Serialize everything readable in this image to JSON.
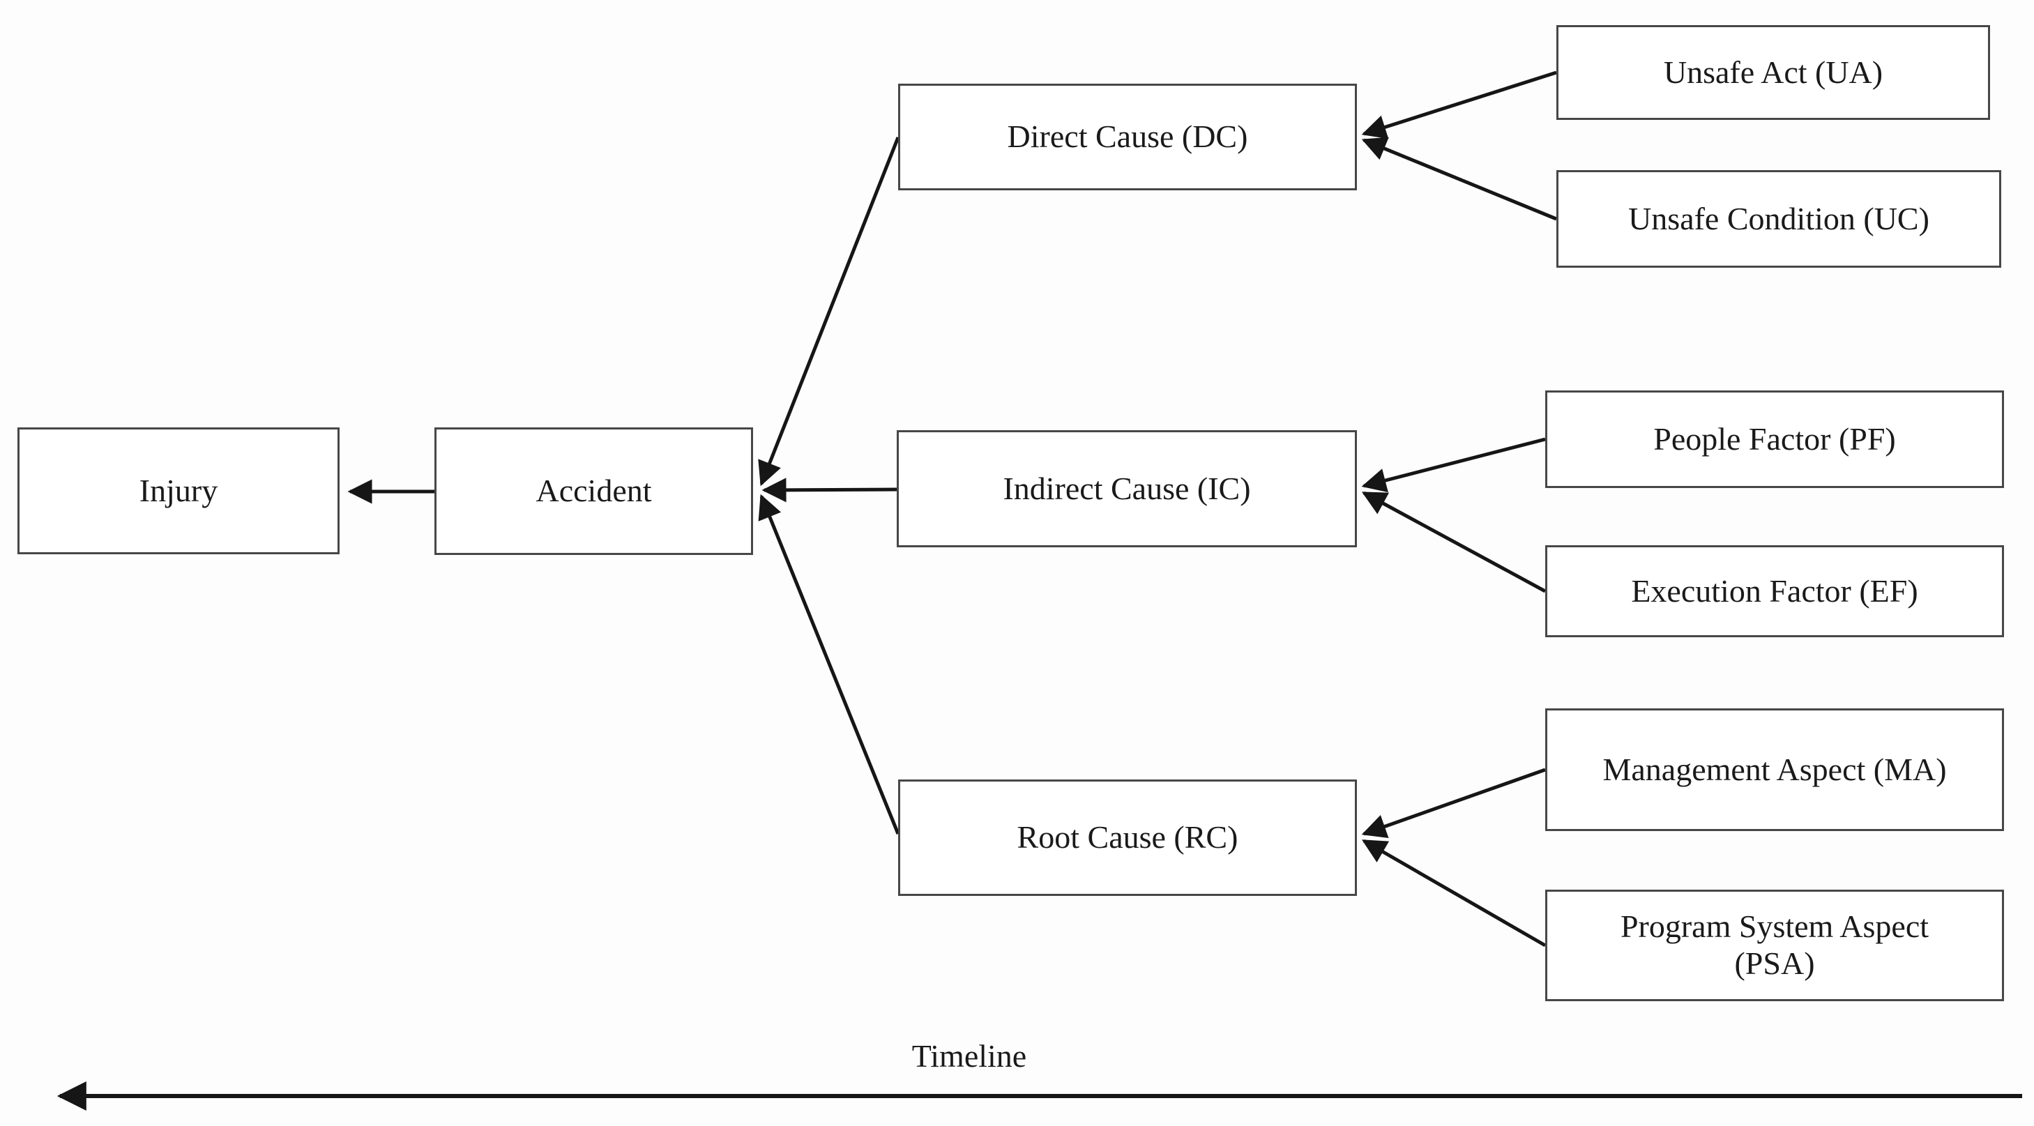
{
  "diagram": {
    "nodes": {
      "injury": {
        "label": "Injury"
      },
      "accident": {
        "label": "Accident"
      },
      "direct_cause": {
        "label": "Direct Cause (DC)"
      },
      "indirect_cause": {
        "label": "Indirect Cause (IC)"
      },
      "root_cause": {
        "label": "Root Cause (RC)"
      },
      "unsafe_act": {
        "label": "Unsafe Act (UA)"
      },
      "unsafe_condition": {
        "label": "Unsafe Condition (UC)"
      },
      "people_factor": {
        "label": "People Factor (PF)"
      },
      "execution_factor": {
        "label": "Execution Factor (EF)"
      },
      "management_aspect": {
        "label": "Management Aspect (MA)"
      },
      "program_system_aspect": {
        "label": "Program System Aspect",
        "label_line2": "(PSA)"
      }
    },
    "edges": [
      {
        "from": "accident",
        "to": "injury"
      },
      {
        "from": "direct_cause",
        "to": "accident"
      },
      {
        "from": "indirect_cause",
        "to": "accident"
      },
      {
        "from": "root_cause",
        "to": "accident"
      },
      {
        "from": "unsafe_act",
        "to": "direct_cause"
      },
      {
        "from": "unsafe_condition",
        "to": "direct_cause"
      },
      {
        "from": "people_factor",
        "to": "indirect_cause"
      },
      {
        "from": "execution_factor",
        "to": "indirect_cause"
      },
      {
        "from": "management_aspect",
        "to": "root_cause"
      },
      {
        "from": "program_system_aspect",
        "to": "root_cause"
      }
    ],
    "timeline": {
      "label": "Timeline",
      "direction": "left"
    },
    "colors": {
      "background": "#fdfdfd",
      "box_fill": "#ffffff",
      "box_border": "#474747",
      "arrow": "#161616",
      "text": "#1a1a1a"
    }
  }
}
